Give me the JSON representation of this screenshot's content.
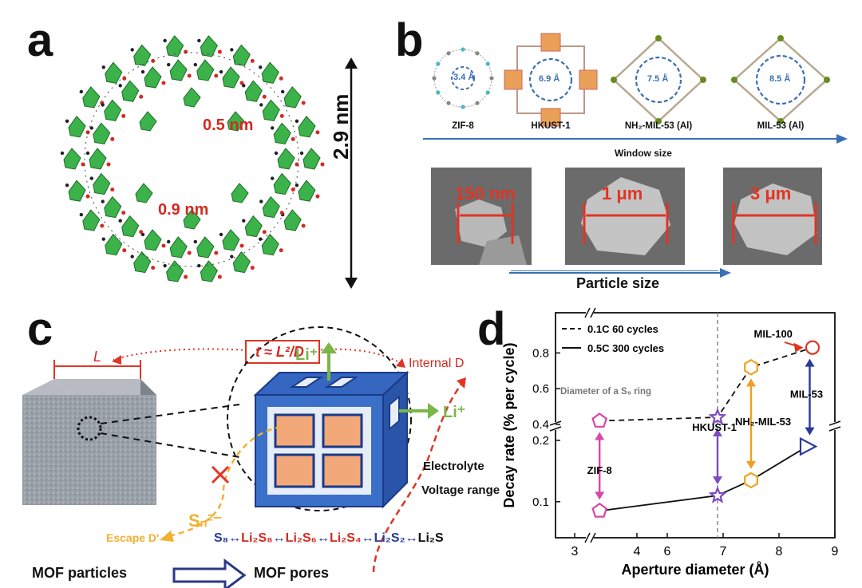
{
  "panels": {
    "a": "a",
    "b": "b",
    "c": "c",
    "d": "d"
  },
  "colors": {
    "accent_red": "#d42a22",
    "accent_blue": "#3a6fb5",
    "mof_green": "#3cb34a",
    "magenta": "#d946a8",
    "purple": "#7b4cc0",
    "orange": "#f0a020",
    "navy": "#2a3a9a"
  },
  "panel_a": {
    "pore_small": "0.5 nm",
    "pore_large": "0.9 nm",
    "cage_diameter": "2.9 nm"
  },
  "panel_b": {
    "windows": [
      {
        "name": "ZIF-8",
        "size": "3.4 Å"
      },
      {
        "name": "HKUST-1",
        "size": "6.9 Å"
      },
      {
        "name": "NH₂-MIL-53 (Al)",
        "size": "7.5 Å"
      },
      {
        "name": "MIL-53 (Al)",
        "size": "8.5 Å"
      }
    ],
    "window_axis_label": "Window size",
    "particles": [
      {
        "size": "150 nm"
      },
      {
        "size": "1 μm"
      },
      {
        "size": "3 μm"
      }
    ],
    "particle_axis_label": "Particle size"
  },
  "panel_c": {
    "formula": "t ≈ L²/D",
    "length_label": "L",
    "internal_label": "Internal D",
    "li_label": "Li⁺",
    "electrolyte": "Electrolyte",
    "voltage": "Voltage range",
    "polysulfide": "Sₙ²⁻",
    "escape": "Escape D'",
    "reaction_chain": [
      "S₈",
      "Li₂S₈",
      "Li₂S₆",
      "Li₂S₄",
      "Li₂S₂",
      "Li₂S"
    ],
    "arrow_sep": "↔",
    "from_label": "MOF particles",
    "to_label": "MOF pores"
  },
  "chart_data": {
    "type": "line",
    "xlabel": "Aperture diameter (Å)",
    "ylabel": "Decay rate (% per cycle)",
    "x_ticks": [
      "3",
      "4",
      "6",
      "7",
      "8",
      "9"
    ],
    "y_ticks_upper": [
      "0.4",
      "0.6",
      "0.8"
    ],
    "y_ticks_lower": [
      "0.1",
      "0.2"
    ],
    "legend": [
      "0.1C 60 cycles",
      "0.5C 300 cycles"
    ],
    "legend_position": "top-left",
    "vline_label": "Diameter of a S₈ ring",
    "vline_x": 6.9,
    "series": [
      {
        "name": "0.1C 60 cycles",
        "style": "dashed",
        "points": [
          {
            "label": "ZIF-8",
            "x": 3.4,
            "y": 0.42,
            "marker": "pentagon",
            "color": "#d946a8"
          },
          {
            "label": "HKUST-1",
            "x": 6.9,
            "y": 0.44,
            "marker": "star",
            "color": "#7b4cc0"
          },
          {
            "label": "NH₂-MIL-53",
            "x": 7.5,
            "y": 0.72,
            "marker": "hexagon",
            "color": "#f0a020"
          },
          {
            "label": "MIL-100",
            "x": 8.6,
            "y": 0.83,
            "marker": "circle",
            "color": "#e03524"
          }
        ]
      },
      {
        "name": "0.5C 300 cycles",
        "style": "solid",
        "points": [
          {
            "label": "ZIF-8",
            "x": 3.4,
            "y": 0.085,
            "marker": "pentagon",
            "color": "#d946a8"
          },
          {
            "label": "HKUST-1",
            "x": 6.9,
            "y": 0.11,
            "marker": "star",
            "color": "#7b4cc0"
          },
          {
            "label": "NH₂-MIL-53",
            "x": 7.5,
            "y": 0.135,
            "marker": "hexagon",
            "color": "#f0a020"
          },
          {
            "label": "MIL-53",
            "x": 8.5,
            "y": 0.19,
            "marker": "triangle",
            "color": "#2a3a9a"
          }
        ]
      }
    ],
    "annotations": [
      "ZIF-8",
      "HKUST-1",
      "NH₂-MIL-53",
      "MIL-100",
      "MIL-53"
    ]
  }
}
